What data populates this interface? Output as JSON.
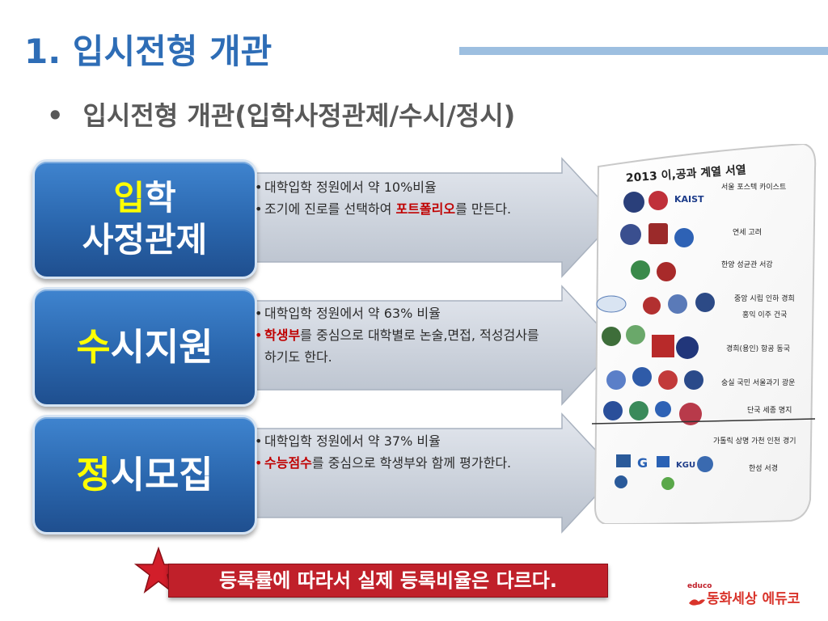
{
  "title": "1. 입시전형 개관",
  "subtitle": "입시전형 개관(입학사정관제/수시/정시)",
  "bullet": "•",
  "rows": [
    {
      "label_hl": "입",
      "label_rest_line1": "학",
      "label_line2": "사정관제",
      "items": [
        {
          "text": "대학입학 정원에서 약 10%비율"
        },
        {
          "pre": "조기에  진로를 선택하여 ",
          "em": "포트폴리오",
          "post": "를 만든다."
        }
      ]
    },
    {
      "label_hl": "수",
      "label_rest": "시지원",
      "items": [
        {
          "text": "대학입학 정원에서 약 63% 비율"
        },
        {
          "em": "학생부",
          "post": "를 중심으로 대학별로 논술,면접, 적성검사를 하기도 한다."
        }
      ]
    },
    {
      "label_hl": "정",
      "label_rest": "시모집",
      "items": [
        {
          "text": "대학입학 정원에서 약 37% 비율"
        },
        {
          "em": "수능점수",
          "post": "를 중심으로 학생부와 함께 평가한다."
        }
      ]
    }
  ],
  "university_card": {
    "heading": "2013 이,공과 계열 서열",
    "groups": [
      "서울 포스텍 카이스트",
      "연세 고려",
      "한양 성균관 서강",
      "중앙 시립 인하 경희",
      "홍익 이주 건국",
      "경희(용인) 항공 동국",
      "숭실 국민 서울과기 광운",
      "단국 세종 명지",
      "가톨릭 상명 가천 인천 경기",
      "한성 서경"
    ],
    "logo_labels": [
      "KAIST",
      "KGU"
    ]
  },
  "notice": "등록률에 따라서 실제 등록비율은 다르다.",
  "brand": {
    "small": "educo",
    "name": "동화세상 에듀코"
  },
  "colors": {
    "title": "#2e6db6",
    "label_box": "#2a66ad",
    "highlight": "#ffff00",
    "emphasis": "#c00000",
    "notice_bg": "#c0202a"
  }
}
